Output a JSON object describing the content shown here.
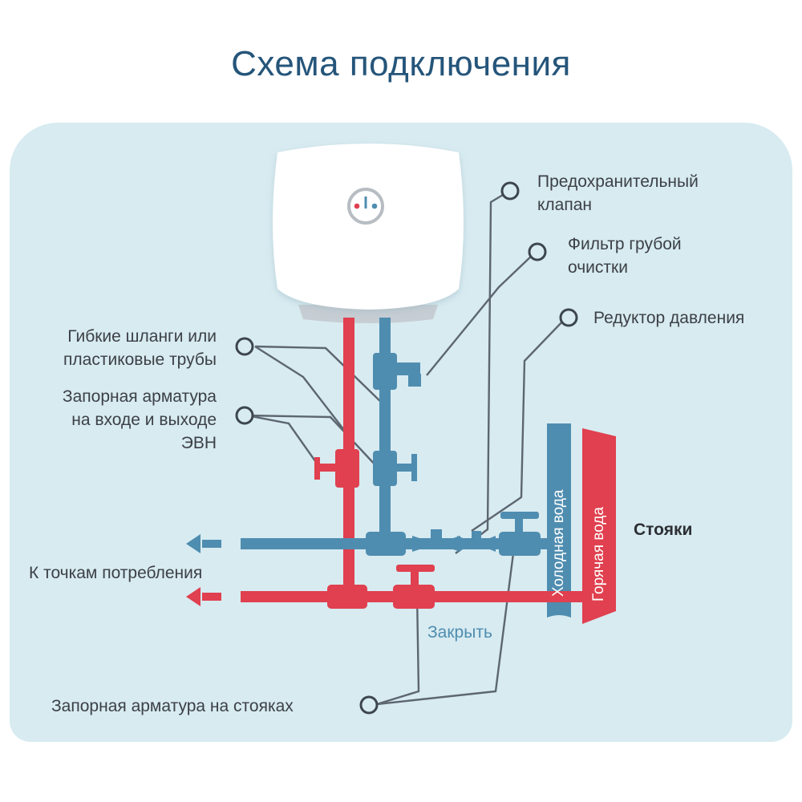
{
  "title": "Схема подключения",
  "labels": {
    "safety_valve": "Предохранительный клапан",
    "coarse_filter": "Фильтр грубой очистки",
    "pressure_reducer": "Редуктор давления",
    "flexible_hoses_line1": "Гибкие шланги или",
    "flexible_hoses_line2": "пластиковые трубы",
    "shutoff_ewh_line1": "Запорная арматура",
    "shutoff_ewh_line2": "на входе и выходе",
    "shutoff_ewh_line3": "ЭВН",
    "to_consumers": "К точкам потребления",
    "risers": "Стояки",
    "close": "Закрыть",
    "shutoff_risers": "Запорная арматура на стояках",
    "cold_water": "Холодная вода",
    "hot_water": "Горячая вода"
  },
  "colors": {
    "title": "#25557a",
    "background_panel": "#d7ebf1",
    "hot_pipe": "#e0404f",
    "cold_pipe": "#4f8db0",
    "leader_line": "#5d6670",
    "heater_body": "#ffffff",
    "heater_base": "#c6cdd3"
  }
}
